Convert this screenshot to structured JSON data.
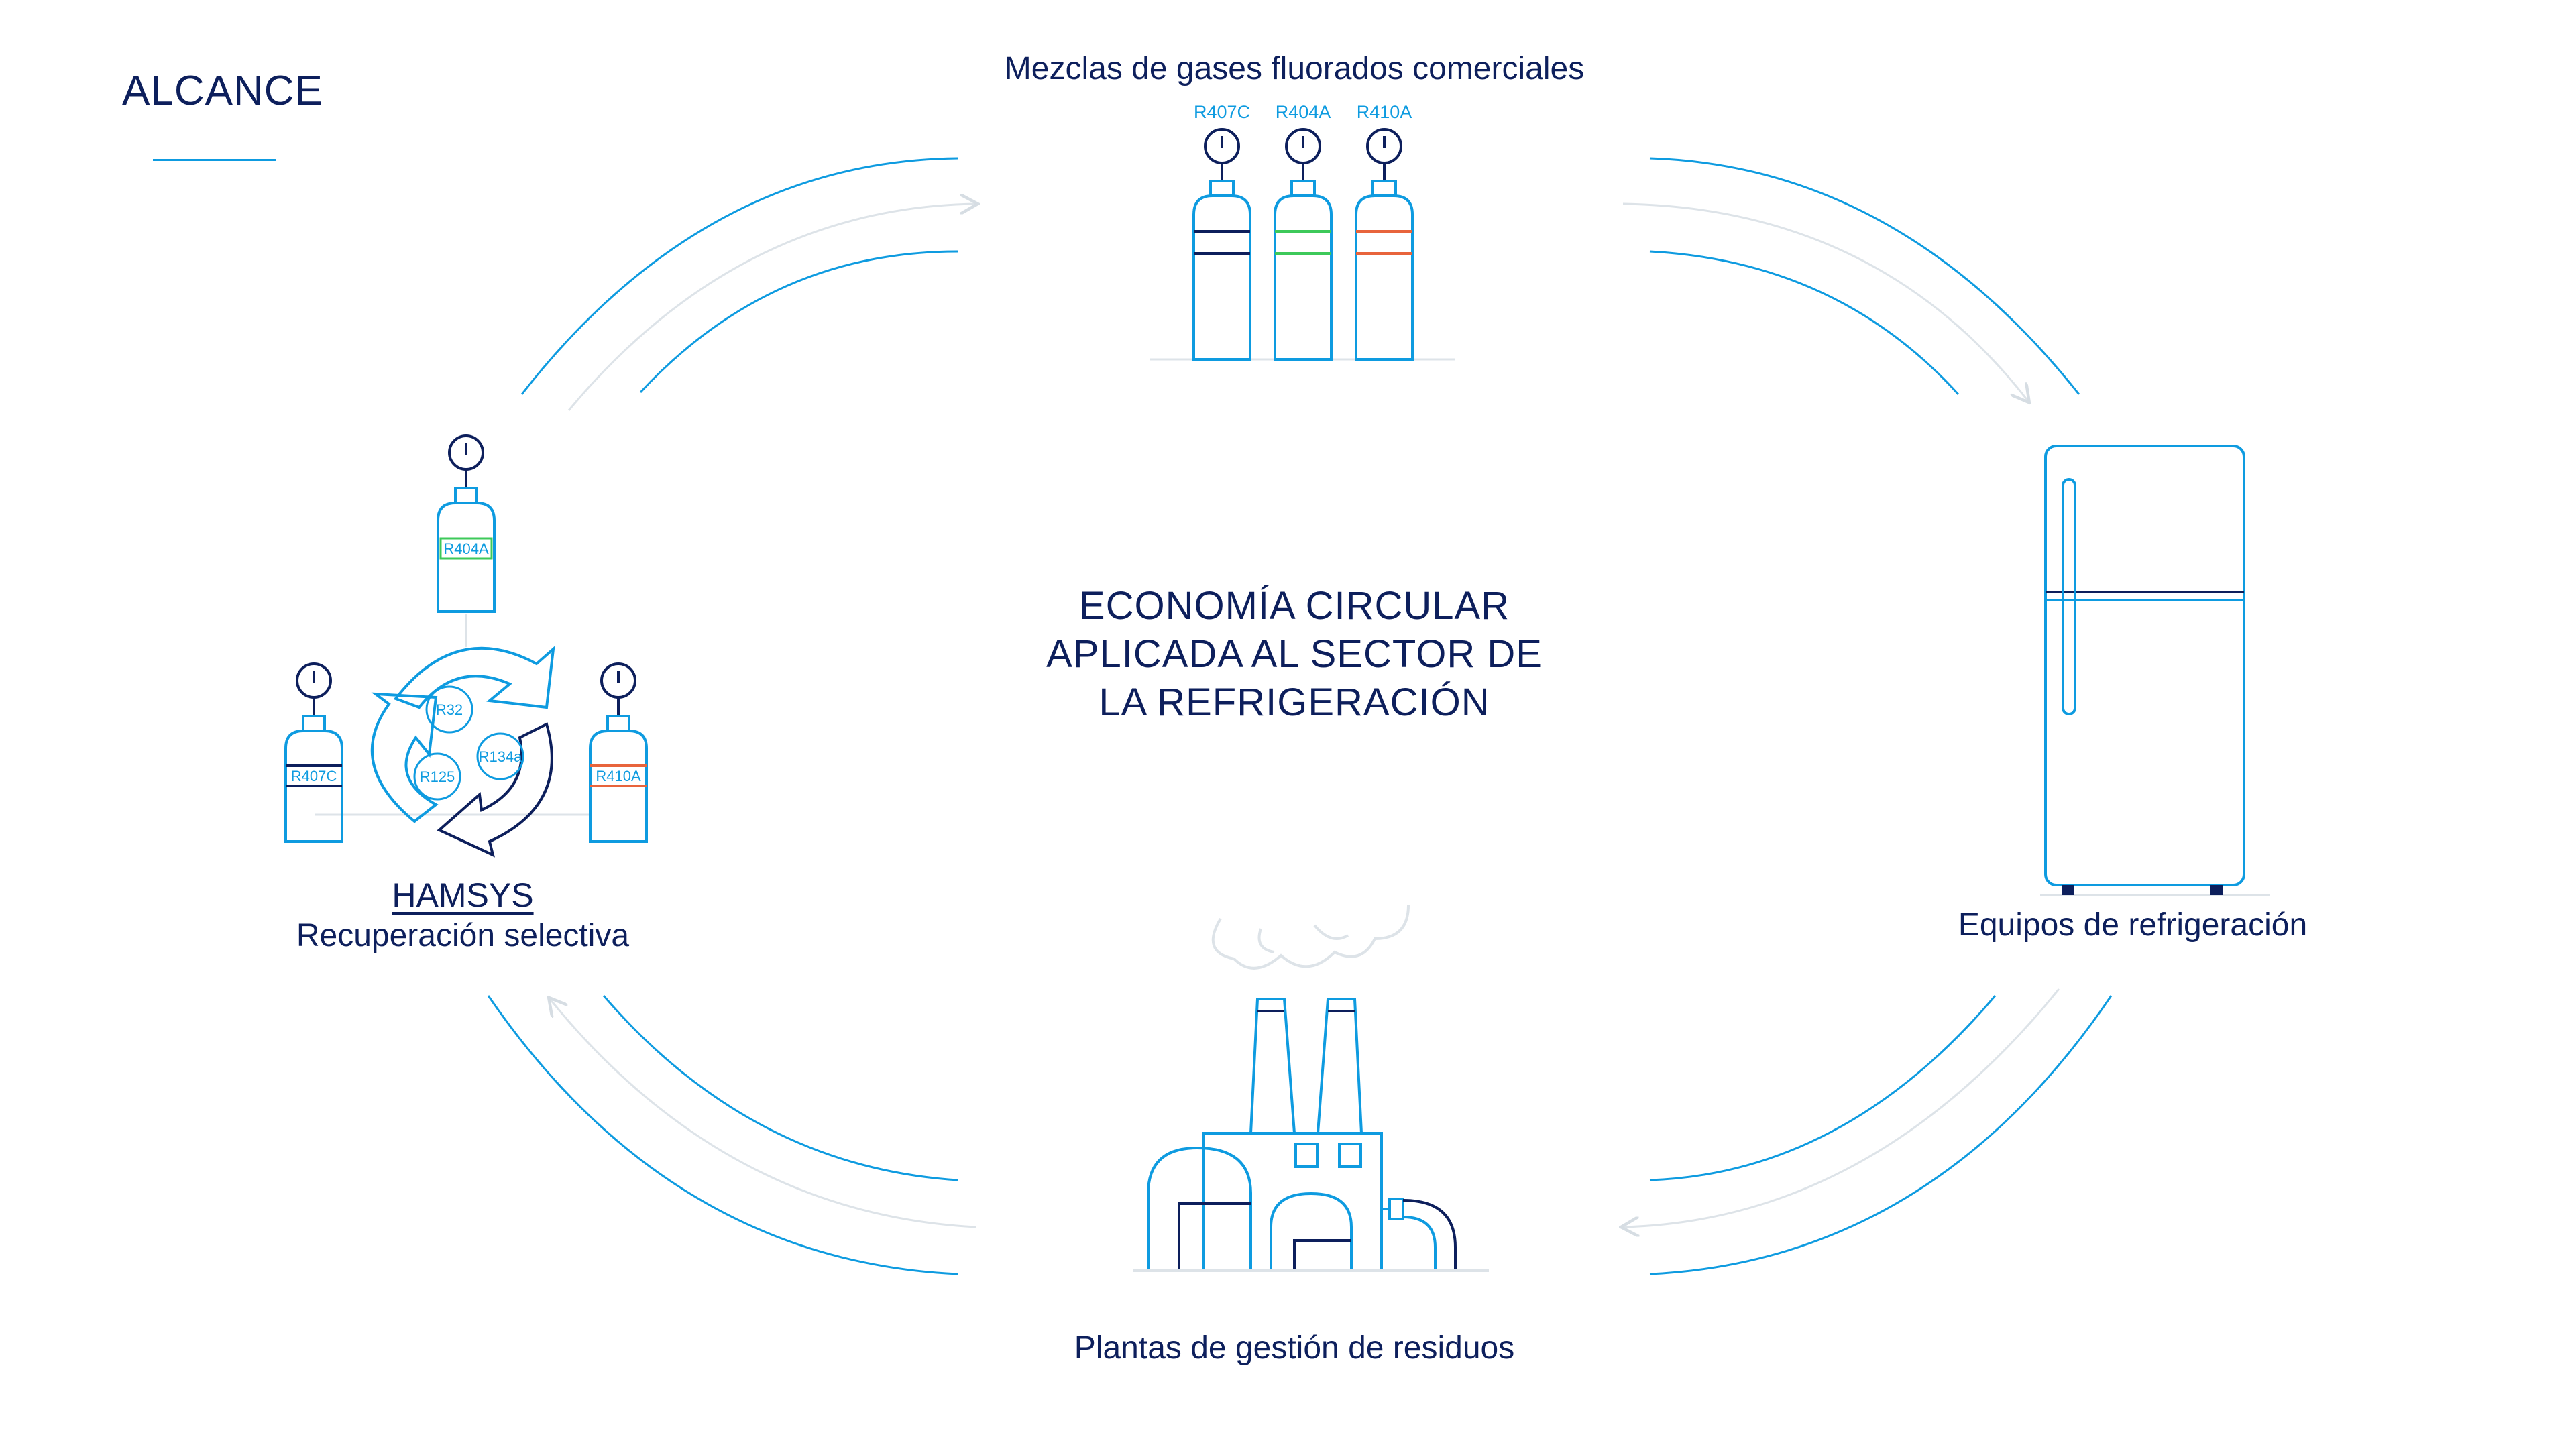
{
  "section_title": "ALCANCE",
  "center_title": {
    "line1": "ECONOMÍA CIRCULAR",
    "line2": "APLICADA AL SECTOR DE",
    "line3": "LA REFRIGERACIÓN"
  },
  "nodes": {
    "top": {
      "label": "Mezclas de gases fluorados comerciales",
      "cylinders": [
        "R407C",
        "R404A",
        "R410A"
      ]
    },
    "right": {
      "label": "Equipos de refrigeración"
    },
    "bottom": {
      "label": "Plantas de gestión de residuos"
    },
    "left": {
      "name": "HAMSYS",
      "label": "Recuperación selectiva",
      "cylinders": [
        "R404A",
        "R407C",
        "R410A"
      ],
      "components": [
        "R32",
        "R134a",
        "R125"
      ]
    }
  },
  "colors": {
    "navy": "#0d1f5c",
    "blue": "#0e9be0",
    "light_gray": "#dde3e8",
    "green": "#3dc95a",
    "orange": "#e8643c"
  }
}
